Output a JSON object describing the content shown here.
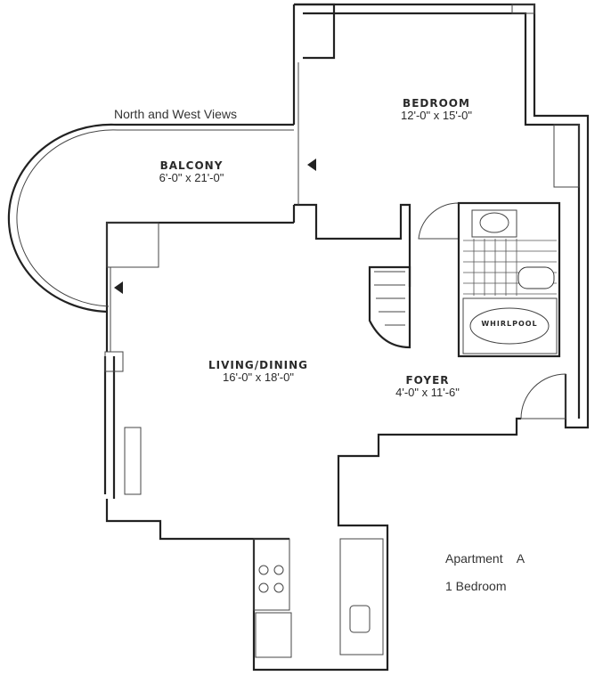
{
  "title": "Apartment A",
  "subtitle": "1 Bedroom",
  "views_label": "North and West Views",
  "rooms": {
    "bedroom": {
      "name": "BEDROOM",
      "dims": "12'-0\" x 15'-0\""
    },
    "balcony": {
      "name": "BALCONY",
      "dims": "6'-0\" x 21'-0\""
    },
    "living": {
      "name": "LIVING/DINING",
      "dims": "16'-0\" x 18'-0\""
    },
    "foyer": {
      "name": "FOYER",
      "dims": "4'-0\" x 11'-6\""
    },
    "whirlpool": {
      "name": "WHIRLPOOL"
    }
  }
}
